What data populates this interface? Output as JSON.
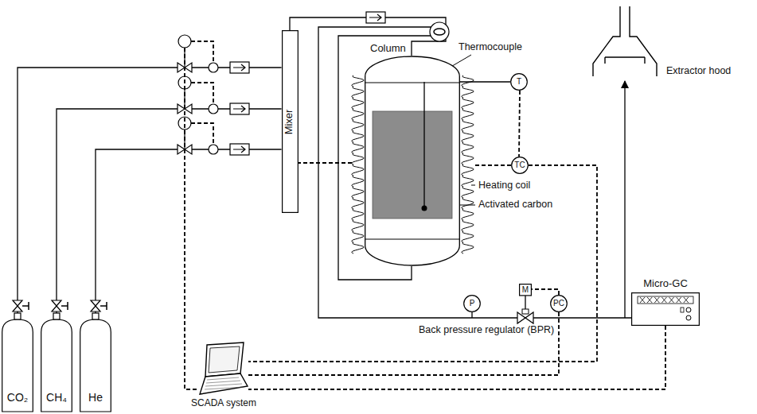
{
  "diagram": {
    "nodes": [
      {
        "text": [
          "CO₂"
        ]
      },
      {
        "text": [
          "CH₄"
        ]
      },
      {
        "text": [
          "He"
        ]
      },
      {
        "text": [
          "Mixer"
        ]
      },
      {
        "text": [
          "Column"
        ]
      },
      {
        "text": [
          "T"
        ]
      },
      {
        "text": [
          "TC"
        ]
      },
      {
        "text": [
          "P"
        ]
      },
      {
        "text": [
          "M"
        ]
      },
      {
        "text": [
          "PC"
        ]
      },
      {
        "text": [
          "Micro-GC"
        ]
      },
      {
        "text": [
          "SCADA system"
        ]
      }
    ],
    "edges": [
      {
        "from": 0,
        "to": 3,
        "arrow": "none"
      },
      {
        "from": 1,
        "to": 3,
        "arrow": "none"
      },
      {
        "from": 2,
        "to": 3,
        "arrow": "none"
      },
      {
        "from": 3,
        "to": 4,
        "arrow": "none"
      },
      {
        "from": 4,
        "to": 10,
        "arrow": "none"
      },
      {
        "from": 5,
        "to": 6,
        "arrow": "none"
      },
      {
        "from": 9,
        "to": 8,
        "arrow": "none"
      },
      {
        "from": 6,
        "to": 11,
        "arrow": "none"
      },
      {
        "from": 9,
        "to": 11,
        "arrow": "none"
      },
      {
        "from": 10,
        "to": 11,
        "arrow": "none"
      }
    ],
    "labels": [
      "Thermocouple",
      "Heating coil",
      "Activated carbon",
      "Extractor hood",
      "Back pressure regulator (BPR)"
    ]
  }
}
